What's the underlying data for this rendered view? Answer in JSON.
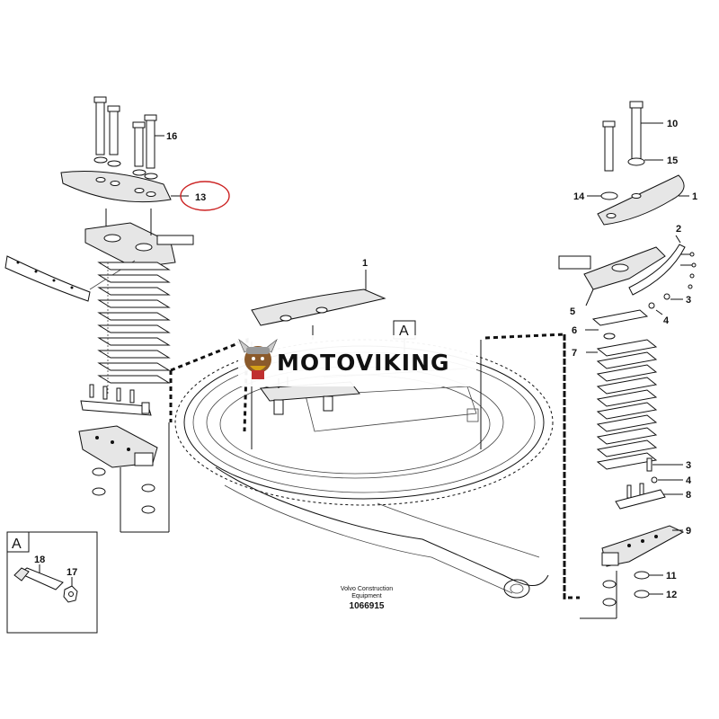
{
  "diagram": {
    "caption_line1": "Volvo Construction",
    "caption_line2": "Equipment",
    "drawing_number": "1066915",
    "detail_label": "A",
    "view_label": "A",
    "watermark_text": "MOTOVIKING",
    "watermark_icon": "viking-mascot-icon",
    "highlight_color": "#cc2222",
    "highlighted_callout": "13"
  },
  "callouts": {
    "c1_center": "1",
    "c1_right": "1",
    "c2": "2",
    "c3_top": "3",
    "c3_bottom": "3",
    "c4_top": "4",
    "c4_bottom": "4",
    "c5": "5",
    "c6": "6",
    "c7": "7",
    "c8": "8",
    "c9": "9",
    "c10": "10",
    "c11": "11",
    "c12": "12",
    "c13": "13",
    "c14": "14",
    "c15": "15",
    "c16": "16",
    "c17": "17",
    "c18": "18"
  }
}
